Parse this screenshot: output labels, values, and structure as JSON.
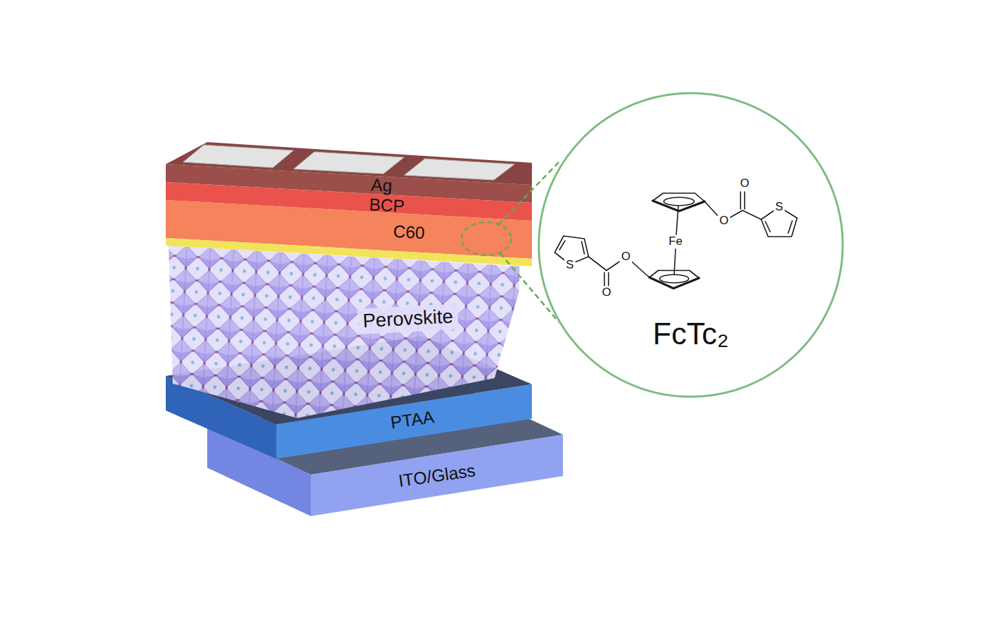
{
  "diagram": {
    "nodes": [
      {
        "text": [
          "Ag"
        ]
      },
      {
        "text": [
          "BCP"
        ]
      },
      {
        "text": [
          "C60"
        ]
      },
      {
        "text": [
          "Perovskite"
        ]
      },
      {
        "text": [
          "PTAA"
        ]
      },
      {
        "text": [
          "ITO/Glass"
        ]
      },
      {
        "text": [
          "FcTc₂"
        ]
      }
    ],
    "labels": [
      "O",
      "S",
      "O",
      "Fe",
      "O",
      "S",
      "O"
    ]
  }
}
